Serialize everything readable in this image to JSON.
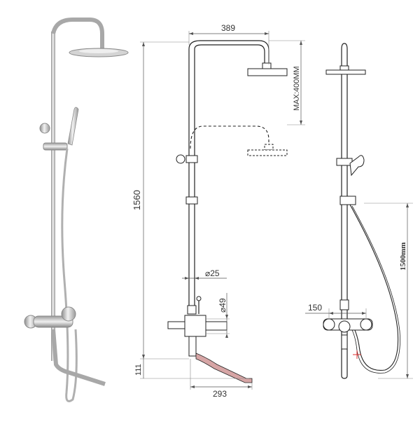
{
  "dimensions": {
    "arm_width": "389",
    "max_height": "MAX:400MM",
    "total_height": "1560",
    "pipe_diameter": "⌀25",
    "valve_diameter": "⌀49",
    "spout_length": "293",
    "spout_height": "111",
    "valve_spacing": "150",
    "handshower_height": "1500mm"
  },
  "colors": {
    "stainless": "#bfbfbf",
    "line": "#222222",
    "hose_marker": "#e03030"
  }
}
